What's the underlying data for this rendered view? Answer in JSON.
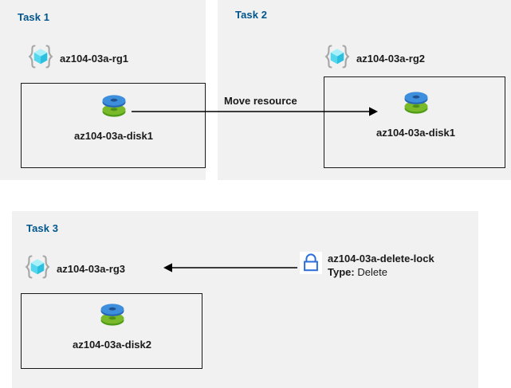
{
  "diagram": {
    "title_color": "#00558c",
    "panel_bg": "#f1f1f1",
    "page_bg": "#ffffff",
    "box_border_color": "#1a1a1a",
    "disk_top_color": "#3e8ede",
    "disk_bottom_color": "#7ab929",
    "rg_cube_color": "#4ad6f0",
    "rg_bracket_color": "#a6a6a6",
    "lock_color": "#2a6ddb"
  },
  "panels": [
    {
      "id": "task1",
      "title": "Task 1",
      "resource_group": {
        "label": "az104-03a-rg1",
        "icon": "resource-group-icon"
      },
      "resource": {
        "label": "az104-03a-disk1",
        "icon": "managed-disk-icon"
      }
    },
    {
      "id": "task2",
      "title": "Task 2",
      "resource_group": {
        "label": "az104-03a-rg2",
        "icon": "resource-group-icon"
      },
      "resource": {
        "label": "az104-03a-disk1",
        "icon": "managed-disk-icon"
      }
    },
    {
      "id": "task3",
      "title": "Task 3",
      "resource_group": {
        "label": "az104-03a-rg3",
        "icon": "resource-group-icon"
      },
      "resource": {
        "label": "az104-03a-disk2",
        "icon": "managed-disk-icon"
      }
    }
  ],
  "connectors": [
    {
      "id": "move-resource",
      "caption": "Move resource",
      "direction": "right",
      "from": "az104-03a-disk1 (Task 1)",
      "to": "az104-03a-disk1 (Task 2)"
    },
    {
      "id": "delete-lock-link",
      "caption": "",
      "direction": "left",
      "from": "az104-03a-delete-lock",
      "to": "az104-03a-rg3"
    }
  ],
  "lock": {
    "icon": "lock-icon",
    "name": "az104-03a-delete-lock",
    "type_key": "Type:",
    "type_value": "Delete"
  }
}
